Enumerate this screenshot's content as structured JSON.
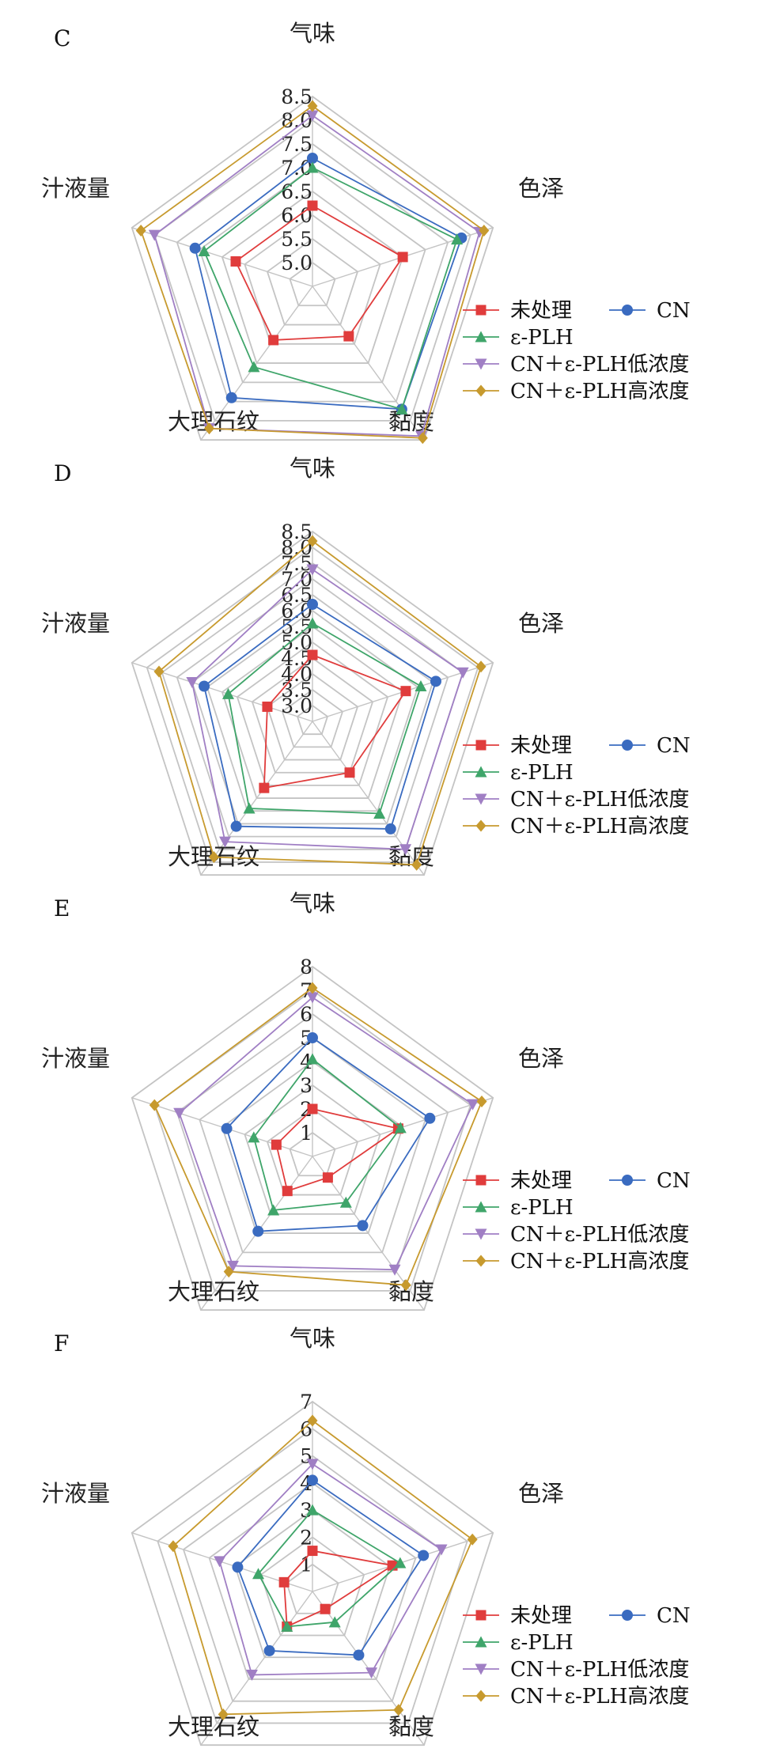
{
  "chart_data": [
    {
      "panel": "C",
      "type": "radar",
      "axes": [
        "气味",
        "色泽",
        "黏度",
        "大理石纹",
        "汁液量"
      ],
      "rlim": [
        4.5,
        8.5
      ],
      "ticks": [
        "5.0",
        "5.5",
        "6.0",
        "6.5",
        "7.0",
        "7.5",
        "8.0",
        "8.5"
      ],
      "series": [
        {
          "name": "未处理",
          "color": "#e03c3c",
          "marker": "square",
          "values": [
            6.2,
            6.5,
            5.8,
            5.9,
            6.2
          ]
        },
        {
          "name": "CN",
          "color": "#3a6bc0",
          "marker": "circle",
          "values": [
            7.2,
            7.8,
            7.7,
            7.4,
            7.1
          ]
        },
        {
          "name": "ε-PLH",
          "color": "#3fa56a",
          "marker": "triangle-up",
          "values": [
            7.0,
            7.7,
            7.7,
            6.6,
            6.9
          ]
        },
        {
          "name": "CN＋ε-PLH低浓度",
          "color": "#a07fc4",
          "marker": "triangle-down",
          "values": [
            8.1,
            8.2,
            8.4,
            8.2,
            8.0
          ]
        },
        {
          "name": "CN＋ε-PLH高浓度",
          "color": "#c79a2e",
          "marker": "diamond",
          "values": [
            8.3,
            8.3,
            8.45,
            8.2,
            8.3
          ]
        }
      ],
      "legend_position": "bottom-right",
      "grid": true
    },
    {
      "panel": "D",
      "type": "radar",
      "axes": [
        "气味",
        "色泽",
        "黏度",
        "大理石纹",
        "汁液量"
      ],
      "rlim": [
        2.5,
        8.5
      ],
      "ticks": [
        "3.0",
        "3.5",
        "4.0",
        "4.5",
        "5.0",
        "5.5",
        "6.0",
        "6.5",
        "7.0",
        "7.5",
        "8.0",
        "8.5"
      ],
      "series": [
        {
          "name": "未处理",
          "color": "#e03c3c",
          "marker": "square",
          "values": [
            4.6,
            5.6,
            4.5,
            5.1,
            4.0
          ]
        },
        {
          "name": "CN",
          "color": "#3a6bc0",
          "marker": "circle",
          "values": [
            6.2,
            6.6,
            6.7,
            6.6,
            6.1
          ]
        },
        {
          "name": "ε-PLH",
          "color": "#3fa56a",
          "marker": "triangle-up",
          "values": [
            5.6,
            6.1,
            6.1,
            5.9,
            5.3
          ]
        },
        {
          "name": "CN＋ε-PLH低浓度",
          "color": "#a07fc4",
          "marker": "triangle-down",
          "values": [
            7.3,
            7.5,
            7.5,
            7.2,
            6.5
          ]
        },
        {
          "name": "CN＋ε-PLH高浓度",
          "color": "#c79a2e",
          "marker": "diamond",
          "values": [
            8.2,
            8.1,
            8.1,
            7.8,
            7.6
          ]
        }
      ],
      "legend_position": "bottom-right",
      "grid": true
    },
    {
      "panel": "E",
      "type": "radar",
      "axes": [
        "气味",
        "色泽",
        "黏度",
        "大理石纹",
        "汁液量"
      ],
      "rlim": [
        0,
        8
      ],
      "ticks": [
        "1",
        "2",
        "3",
        "4",
        "5",
        "6",
        "7",
        "8"
      ],
      "series": [
        {
          "name": "未处理",
          "color": "#e03c3c",
          "marker": "square",
          "values": [
            2.0,
            3.8,
            1.1,
            1.8,
            1.6
          ]
        },
        {
          "name": "CN",
          "color": "#3a6bc0",
          "marker": "circle",
          "values": [
            5.0,
            5.2,
            3.6,
            3.9,
            3.8
          ]
        },
        {
          "name": "ε-PLH",
          "color": "#3fa56a",
          "marker": "triangle-up",
          "values": [
            4.1,
            3.9,
            2.4,
            2.8,
            2.6
          ]
        },
        {
          "name": "CN＋ε-PLH低浓度",
          "color": "#a07fc4",
          "marker": "triangle-down",
          "values": [
            6.7,
            7.1,
            5.9,
            5.7,
            5.9
          ]
        },
        {
          "name": "CN＋ε-PLH高浓度",
          "color": "#c79a2e",
          "marker": "diamond",
          "values": [
            7.1,
            7.5,
            6.7,
            6.0,
            7.0
          ]
        }
      ],
      "legend_position": "bottom-right",
      "grid": true
    },
    {
      "panel": "F",
      "type": "radar",
      "axes": [
        "气味",
        "色泽",
        "黏度",
        "大理石纹",
        "汁液量"
      ],
      "rlim": [
        0,
        7
      ],
      "ticks": [
        "1",
        "2",
        "3",
        "4",
        "5",
        "6",
        "7"
      ],
      "series": [
        {
          "name": "未处理",
          "color": "#e03c3c",
          "marker": "square",
          "values": [
            1.5,
            3.1,
            0.8,
            1.6,
            1.1
          ]
        },
        {
          "name": "CN",
          "color": "#3a6bc0",
          "marker": "circle",
          "values": [
            4.1,
            4.3,
            2.9,
            2.7,
            2.9
          ]
        },
        {
          "name": "ε-PLH",
          "color": "#3fa56a",
          "marker": "triangle-up",
          "values": [
            3.0,
            3.4,
            1.4,
            1.6,
            2.1
          ]
        },
        {
          "name": "CN＋ε-PLH低浓度",
          "color": "#a07fc4",
          "marker": "triangle-down",
          "values": [
            4.7,
            5.0,
            3.7,
            3.8,
            3.6
          ]
        },
        {
          "name": "CN＋ε-PLH高浓度",
          "color": "#c79a2e",
          "marker": "diamond",
          "values": [
            6.3,
            6.2,
            5.4,
            5.6,
            5.4
          ]
        }
      ],
      "legend_position": "bottom-right",
      "grid": true
    }
  ]
}
